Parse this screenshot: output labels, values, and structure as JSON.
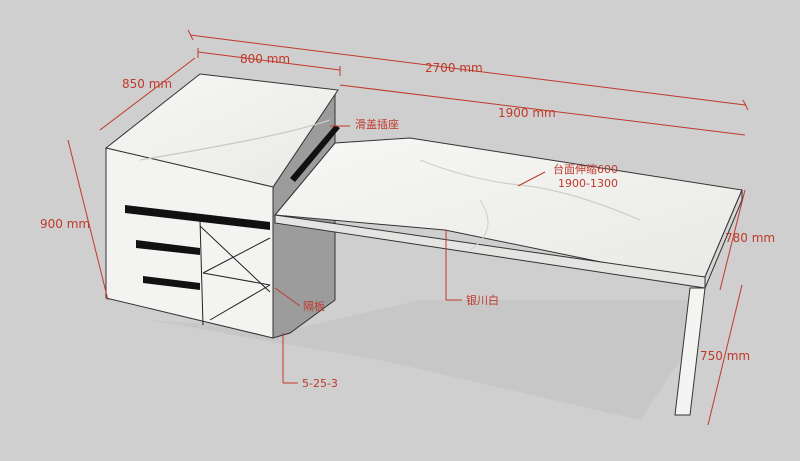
{
  "dimensions": {
    "total_length": "2700 mm",
    "cabinet_width": "800 mm",
    "cabinet_depth": "850 mm",
    "desk_length": "1900 mm",
    "cabinet_height": "900 mm",
    "desk_height": "780 mm",
    "leg_height": "750 mm"
  },
  "annotations": {
    "socket": "滑盖插座",
    "extension_line1": "台面伸缩600",
    "extension_line2": "1900-1300",
    "partition": "隔板",
    "material": "银川白",
    "code": "5-25-3"
  },
  "colors": {
    "background": "#cfcfcf",
    "dimension": "#c0392b",
    "marble": "#f1f1ef",
    "shadow_side": "#9c9c9c"
  }
}
